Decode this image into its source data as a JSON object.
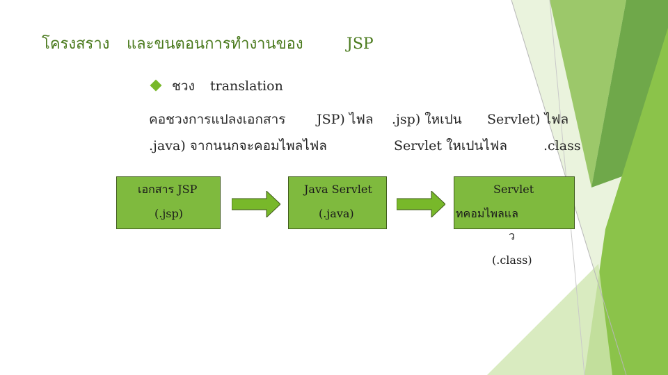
{
  "title": {
    "part1": "โครงสราง",
    "part2": "และขนตอนการทำงานของ",
    "part3": "JSP"
  },
  "bullet_line": {
    "word": "ชวง",
    "term": "translation"
  },
  "description": {
    "line1_a": "คอชวงการแปลงเอกสาร",
    "line1_b": "JSP) ไฟล",
    "line1_c": ".jsp) ใหเปน",
    "line1_d": "Servlet) ไฟล",
    "line2_a": ".java) จากนนกจะคอมไพลไฟล",
    "line2_b": "Servlet ใหเปนไฟล",
    "line2_c": ".class"
  },
  "flow": {
    "box1": {
      "line1": "เอกสาร JSP",
      "line2": "(.jsp)"
    },
    "box2": {
      "line1": "Java Servlet",
      "line2": "(.java)"
    },
    "box3": {
      "line1": "Servlet",
      "line2": "ทคอมไพลแล",
      "line3": "ว",
      "line4": "(.class)"
    }
  },
  "colors": {
    "accent_green": "#7fba3e",
    "title_green": "#4a7a1d",
    "arrow_green": "#78b82a"
  }
}
